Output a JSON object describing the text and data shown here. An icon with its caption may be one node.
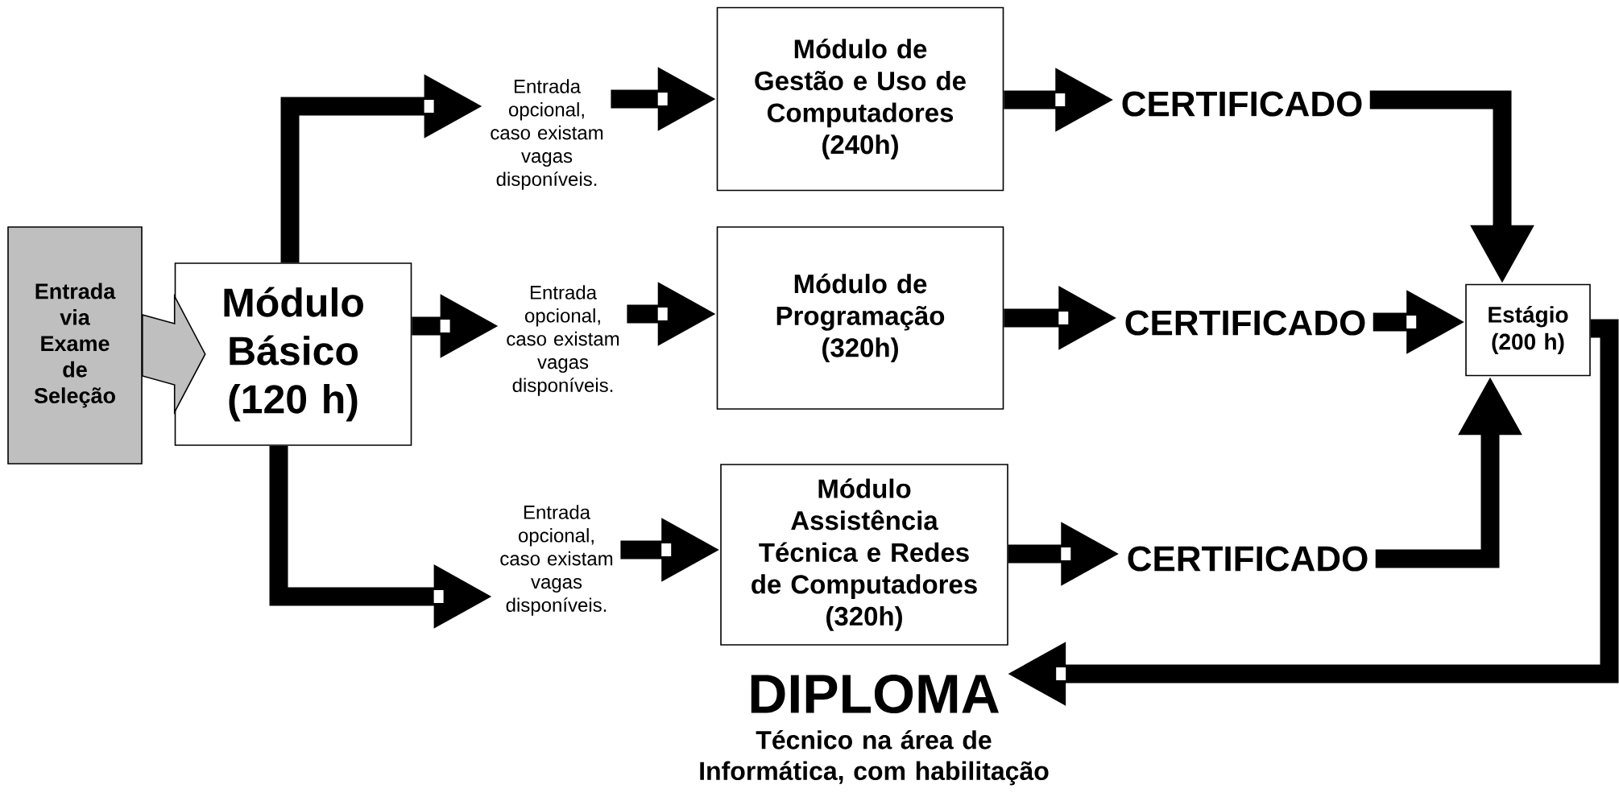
{
  "diagram": {
    "nodes": [
      {
        "text": [
          "Entrada via Exame de Seleção"
        ]
      },
      {
        "text": [
          "Módulo Básico (120 h)"
        ]
      },
      {
        "text": [
          "Entrada opcional, caso existam vagas disponíveis."
        ]
      },
      {
        "text": [
          "Módulo de Gestão e Uso de Computadores (240h)"
        ]
      },
      {
        "text": [
          "CERTIFICADO"
        ]
      },
      {
        "text": [
          "Entrada opcional, caso existam vagas disponíveis."
        ]
      },
      {
        "text": [
          "Módulo de Programação (320h)"
        ]
      },
      {
        "text": [
          "CERTIFICADO"
        ]
      },
      {
        "text": [
          "Estágio (200 h)"
        ]
      },
      {
        "text": [
          "Entrada opcional, caso existam vagas disponíveis."
        ]
      },
      {
        "text": [
          "Módulo Assistência Técnica e Redes de Computadores (320h)"
        ]
      },
      {
        "text": [
          "CERTIFICADO"
        ]
      },
      {
        "text": [
          "DIPLOMA"
        ],
        "beside": [
          "Técnico na área de Informática, com habilitação"
        ]
      }
    ],
    "edges": [
      {
        "from": 0,
        "to": 1,
        "arrow": "to"
      },
      {
        "from": 1,
        "to": 2,
        "arrow": "to"
      },
      {
        "from": 2,
        "to": 3,
        "arrow": "to"
      },
      {
        "from": 3,
        "to": 4,
        "arrow": "to"
      },
      {
        "from": 4,
        "to": 8,
        "arrow": "to"
      },
      {
        "from": 1,
        "to": 5,
        "arrow": "to"
      },
      {
        "from": 5,
        "to": 6,
        "arrow": "to"
      },
      {
        "from": 6,
        "to": 7,
        "arrow": "to"
      },
      {
        "from": 7,
        "to": 8,
        "arrow": "to"
      },
      {
        "from": 1,
        "to": 9,
        "arrow": "to"
      },
      {
        "from": 9,
        "to": 10,
        "arrow": "to"
      },
      {
        "from": 10,
        "to": 11,
        "arrow": "to"
      },
      {
        "from": 11,
        "to": 8,
        "arrow": "to"
      },
      {
        "from": 8,
        "to": 12,
        "arrow": "to"
      }
    ]
  }
}
